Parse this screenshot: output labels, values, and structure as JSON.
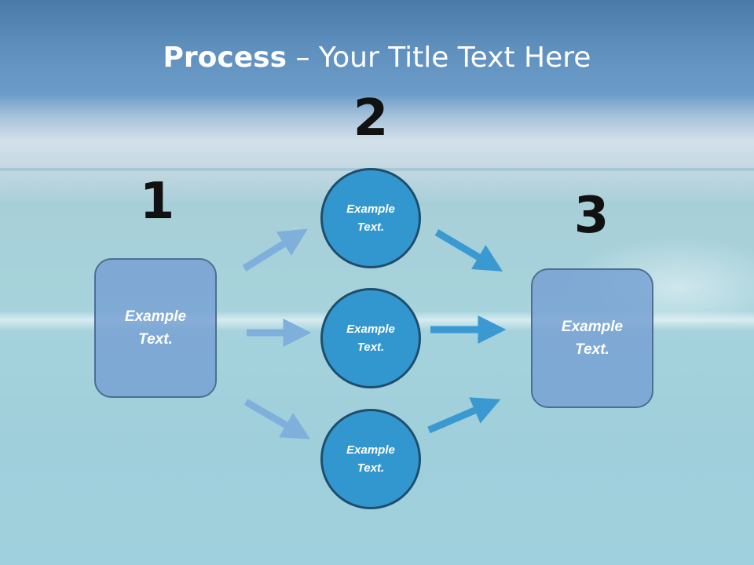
{
  "title": {
    "bold": "Process",
    "rest": " – Your Title Text Here"
  },
  "steps": {
    "one": {
      "number": "1",
      "text": "Example Text."
    },
    "two": {
      "number": "2"
    },
    "three": {
      "number": "3",
      "text": "Example Text."
    }
  },
  "circles": [
    {
      "text": "Example Text."
    },
    {
      "text": "Example Text."
    },
    {
      "text": "Example Text."
    }
  ],
  "colors": {
    "left_arrow": "#7fb0dc",
    "right_arrow": "#3b99d2",
    "circle_fill": "#3397cf",
    "box_fill": "#7aa3d2"
  }
}
